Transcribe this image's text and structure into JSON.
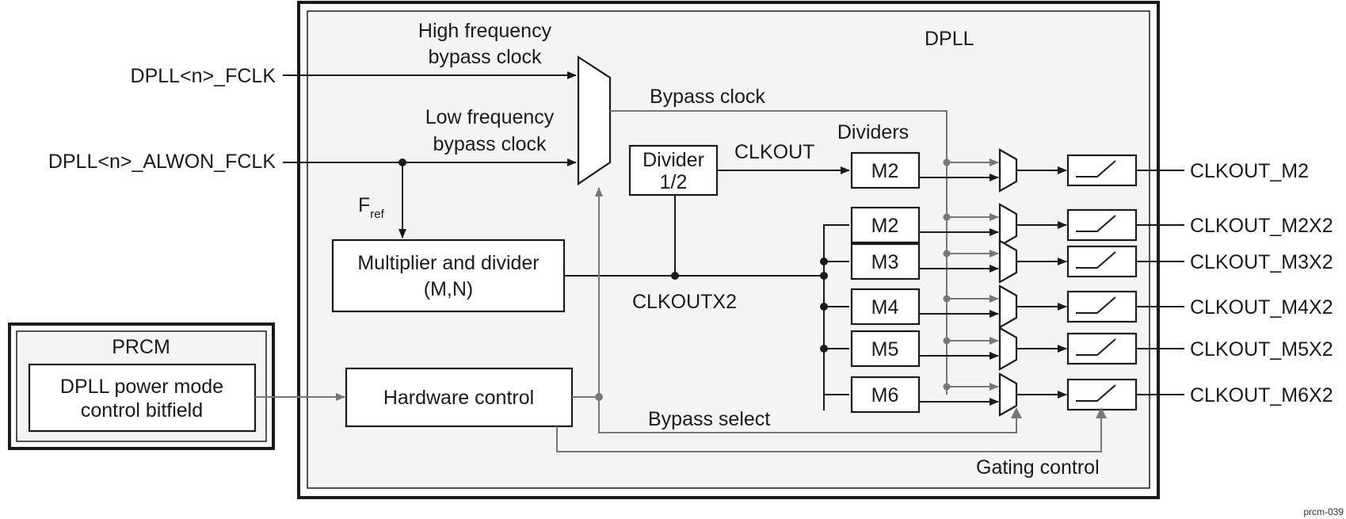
{
  "diagram": {
    "dpll_title": "DPLL",
    "prcm_title": "PRCM",
    "inputs": {
      "fclk": "DPLL<n>_FCLK",
      "alwon_fclk": "DPLL<n>_ALWON_FCLK"
    },
    "labels": {
      "hf_bypass_1": "High frequency",
      "hf_bypass_2": "bypass clock",
      "lf_bypass_1": "Low frequency",
      "lf_bypass_2": "bypass clock",
      "bypass_clock": "Bypass clock",
      "fref_main": "F",
      "fref_sub": "ref",
      "clkout": "CLKOUT",
      "clkoutx2": "CLKOUTX2",
      "dividers": "Dividers",
      "bypass_select": "Bypass select",
      "gating_control": "Gating control"
    },
    "blocks": {
      "divider_1": "Divider",
      "divider_2": "1/2",
      "multiplier_1": "Multiplier and divider",
      "multiplier_2": "(M,N)",
      "hardware_control": "Hardware control",
      "power_mode_1": "DPLL power mode",
      "power_mode_2": "control bitfield"
    },
    "dividers": [
      "M2",
      "M2",
      "M3",
      "M4",
      "M5",
      "M6"
    ],
    "outputs": [
      "CLKOUT_M2",
      "CLKOUT_M2X2",
      "CLKOUT_M3X2",
      "CLKOUT_M4X2",
      "CLKOUT_M5X2",
      "CLKOUT_M6X2"
    ],
    "figure_id": "prcm-039"
  }
}
